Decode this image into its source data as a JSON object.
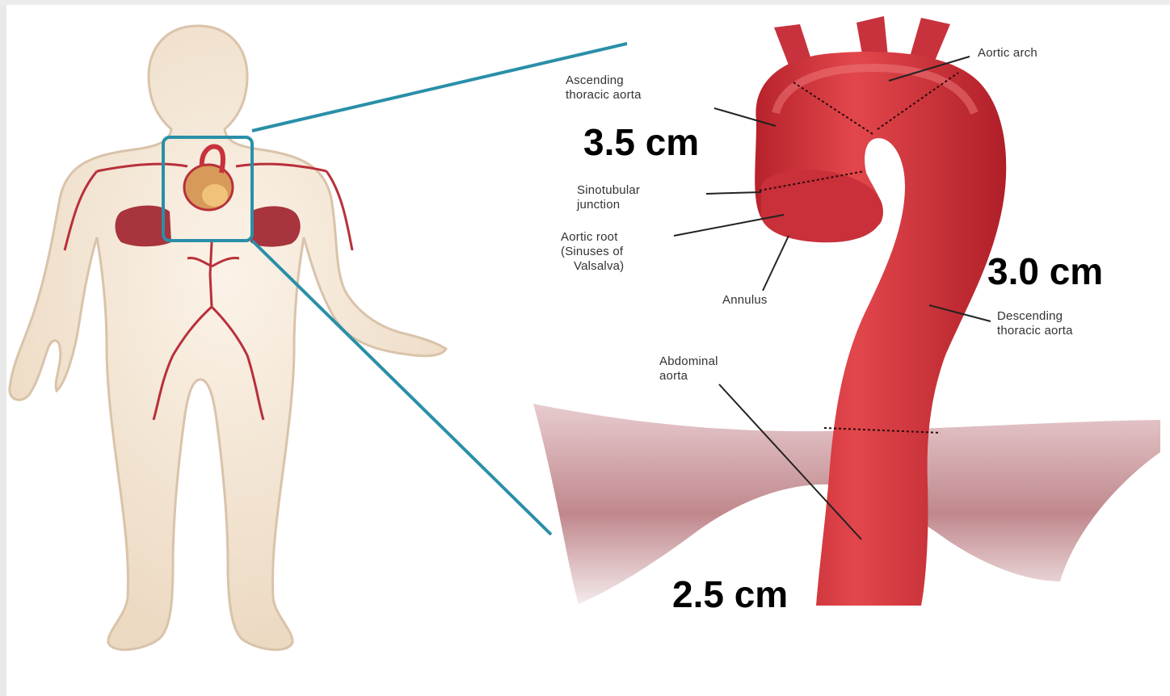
{
  "labels": {
    "aortic_arch": "Aortic arch",
    "ascending_line1": "Ascending",
    "ascending_line2": "thoracic aorta",
    "sinotubular_line1": "Sinotubular",
    "sinotubular_line2": "junction",
    "aortic_root_line1": "Aortic root",
    "aortic_root_line2": "(Sinuses of",
    "aortic_root_line3": "Valsalva)",
    "annulus": "Annulus",
    "descending_line1": "Descending",
    "descending_line2": "thoracic aorta",
    "abdominal_line1": "Abdominal",
    "abdominal_line2": "aorta"
  },
  "measurements": {
    "ascending": "3.5 cm",
    "descending": "3.0 cm",
    "abdominal": "2.5 cm"
  },
  "colors": {
    "aorta": "#d8333a",
    "aorta_dark": "#a91f28",
    "skin": "#f3e6d6",
    "skin_outline": "#d9c3aa",
    "highlight_box": "#2a8fa8",
    "diaphragm": "#c98f95",
    "lung": "#a8343d"
  }
}
